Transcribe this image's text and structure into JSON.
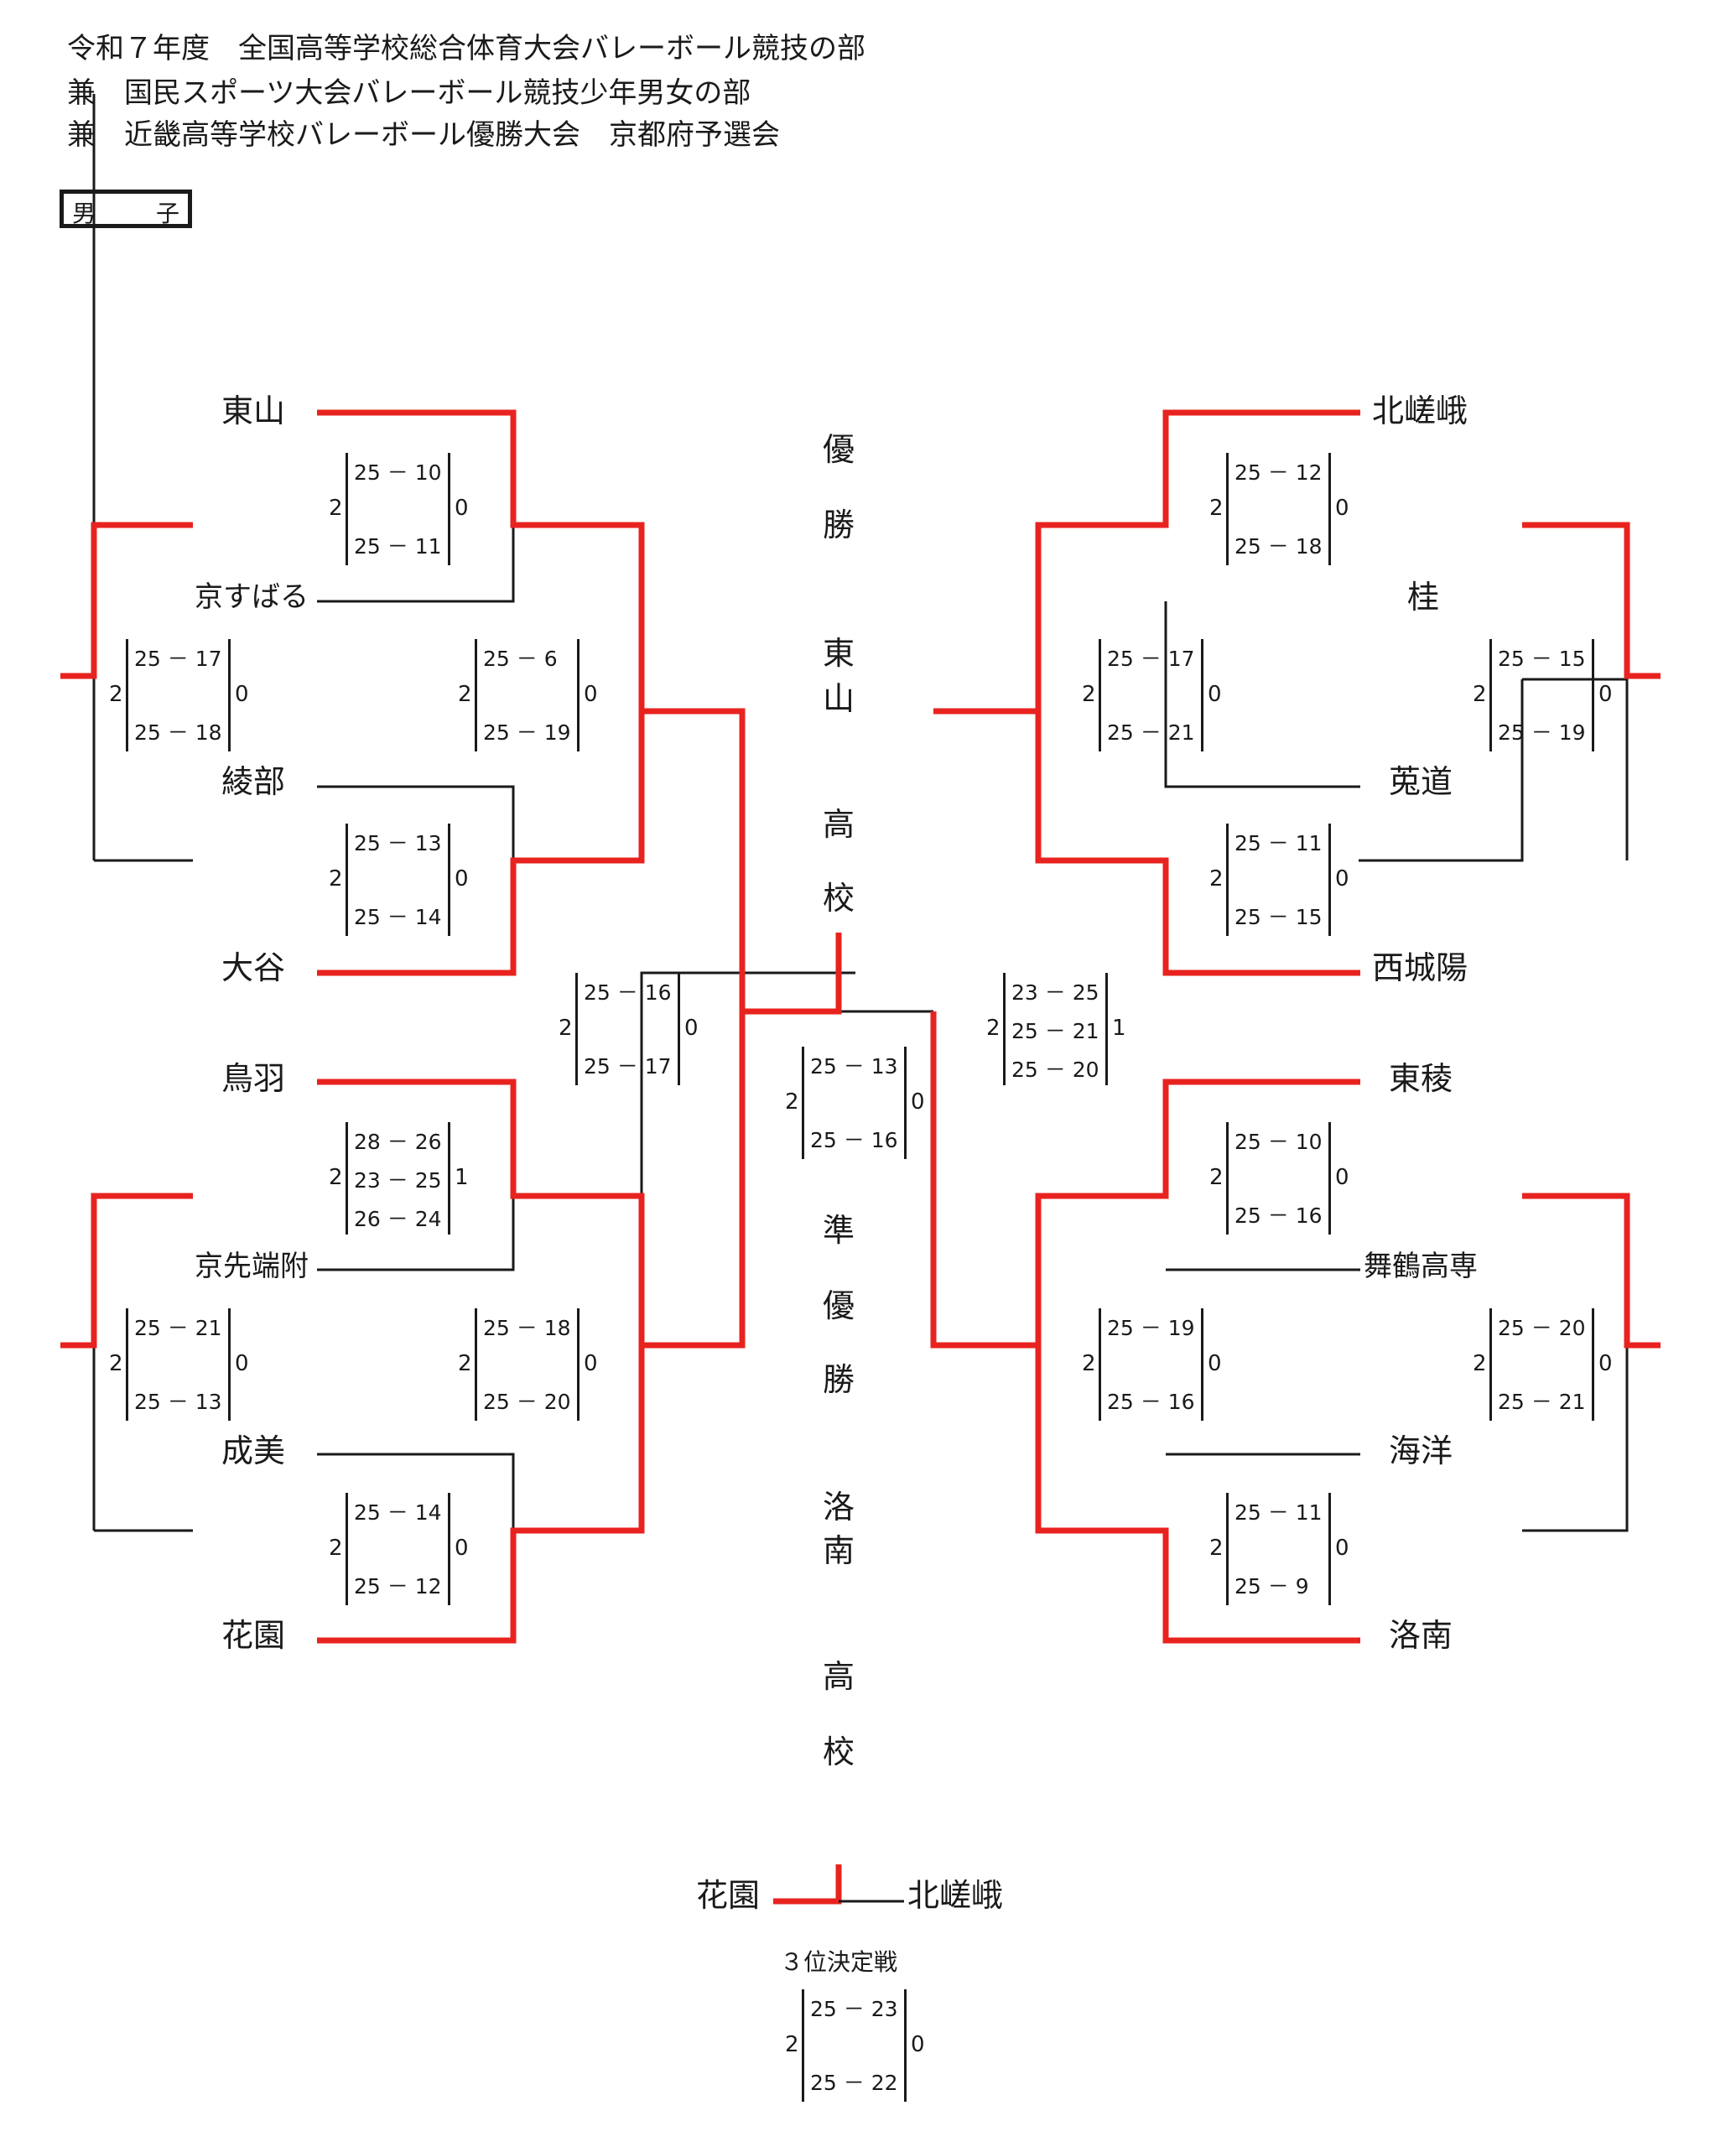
{
  "header": {
    "line1": "令和７年度　全国高等学校総合体育大会バレーボール競技の部",
    "line2": "兼　国民スポーツ大会バレーボール競技少年男女の部",
    "line3": "兼　近畿高等学校バレーボール優勝大会　京都府予選会"
  },
  "category": {
    "left": "男",
    "right": "子"
  },
  "teams": {
    "higashiyama": "東山",
    "kyosubaru": "京すばる",
    "ayabe": "綾部",
    "otani": "大谷",
    "toba": "鳥羽",
    "kyosentanfu": "京先端附",
    "seibi": "成美",
    "hanazono": "花園",
    "kitasaga": "北嵯峨",
    "katsura": "桂",
    "tomido": "莵道",
    "nishijoyo": "西城陽",
    "toryo": "東稜",
    "maizuru": "舞鶴高専",
    "kaiyo": "海洋",
    "rakunan": "洛南"
  },
  "center": {
    "champion_label": [
      "優",
      "勝"
    ],
    "champion_name": [
      "東",
      "山",
      "高",
      "校"
    ],
    "runnerup_label": [
      "準",
      "優",
      "勝"
    ],
    "runnerup_name": [
      "洛",
      "南",
      "高",
      "校"
    ]
  },
  "third_place": {
    "label": "３位決定戦",
    "left_team": "花園",
    "right_team": "北嵯峨"
  },
  "scores": {
    "s1": {
      "w": "2",
      "l": "0",
      "sets": [
        "25 － 10",
        "25 － 11"
      ]
    },
    "s2": {
      "w": "2",
      "l": "0",
      "sets": [
        "25 － 17",
        "25 － 18"
      ]
    },
    "s3": {
      "w": "2",
      "l": "0",
      "sets": [
        "25 － 6",
        "25 － 19"
      ]
    },
    "s4": {
      "w": "2",
      "l": "0",
      "sets": [
        "25 － 13",
        "25 － 14"
      ]
    },
    "s5": {
      "w": "2",
      "l": "0",
      "sets": [
        "25 － 16",
        "25 － 17"
      ]
    },
    "s6": {
      "w": "2",
      "l": "1",
      "sets": [
        "28 － 26",
        "23 － 25",
        "26 － 24"
      ]
    },
    "s7": {
      "w": "2",
      "l": "0",
      "sets": [
        "25 － 21",
        "25 － 13"
      ]
    },
    "s8": {
      "w": "2",
      "l": "0",
      "sets": [
        "25 － 18",
        "25 － 20"
      ]
    },
    "s9": {
      "w": "2",
      "l": "0",
      "sets": [
        "25 － 14",
        "25 － 12"
      ]
    },
    "s10": {
      "w": "2",
      "l": "0",
      "sets": [
        "25 － 13",
        "25 － 16"
      ]
    },
    "s11": {
      "w": "2",
      "l": "0",
      "sets": [
        "25 － 12",
        "25 － 18"
      ]
    },
    "s12": {
      "w": "2",
      "l": "0",
      "sets": [
        "25 － 17",
        "25 － 21"
      ]
    },
    "s13": {
      "w": "2",
      "l": "0",
      "sets": [
        "25 － 15",
        "25 － 19"
      ]
    },
    "s14": {
      "w": "2",
      "l": "0",
      "sets": [
        "25 － 11",
        "25 － 15"
      ]
    },
    "s15": {
      "w": "2",
      "l": "1",
      "sets": [
        "23 － 25",
        "25 － 21",
        "25 － 20"
      ]
    },
    "s16": {
      "w": "2",
      "l": "0",
      "sets": [
        "25 － 10",
        "25 － 16"
      ]
    },
    "s17": {
      "w": "2",
      "l": "0",
      "sets": [
        "25 － 19",
        "25 － 16"
      ]
    },
    "s18": {
      "w": "2",
      "l": "0",
      "sets": [
        "25 － 20",
        "25 － 21"
      ]
    },
    "s19": {
      "w": "2",
      "l": "0",
      "sets": [
        "25 － 11",
        "25 － 9"
      ]
    },
    "s20": {
      "w": "2",
      "l": "0",
      "sets": [
        "25 － 23",
        "25 － 22"
      ]
    }
  },
  "colors": {
    "winner_line": "#e8231f",
    "loser_line": "#1a1a1a"
  }
}
